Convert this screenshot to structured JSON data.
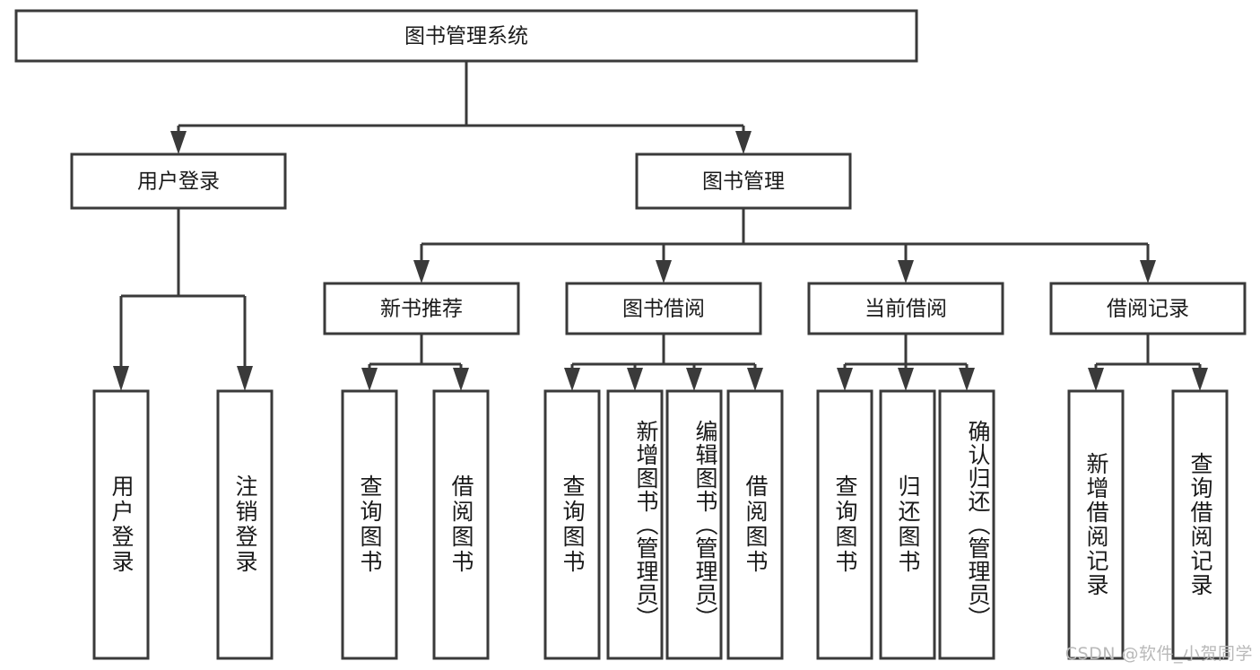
{
  "diagram": {
    "type": "tree-hierarchy-diagram",
    "title": "图书管理系统",
    "colors": {
      "background": "#ffffff",
      "box_stroke": "#3a3a3a",
      "box_fill": "#ffffff",
      "text": "#1a1a1a",
      "watermark": "#b9b9b9"
    },
    "root": {
      "label": "图书管理系统"
    },
    "level2": [
      {
        "label": "用户登录"
      },
      {
        "label": "图书管理"
      }
    ],
    "level3": [
      {
        "label": "新书推荐"
      },
      {
        "label": "图书借阅"
      },
      {
        "label": "当前借阅"
      },
      {
        "label": "借阅记录"
      }
    ],
    "leaves": {
      "user_login": [
        {
          "label": "用户登录"
        },
        {
          "label": "注销登录"
        }
      ],
      "new_book_recommend": [
        {
          "label": "查询图书"
        },
        {
          "label": "借阅图书"
        }
      ],
      "book_borrow": [
        {
          "label": "查询图书"
        },
        {
          "label": "新增图书（管理员）"
        },
        {
          "label": "编辑图书（管理员）"
        },
        {
          "label": "借阅图书"
        }
      ],
      "current_borrow": [
        {
          "label": "查询图书"
        },
        {
          "label": "归还图书"
        },
        {
          "label": "确认归还（管理员）"
        }
      ],
      "borrow_record": [
        {
          "label": "新增借阅记录"
        },
        {
          "label": "查询借阅记录"
        }
      ]
    },
    "watermark": "CSDN @软件_小贺同学"
  }
}
